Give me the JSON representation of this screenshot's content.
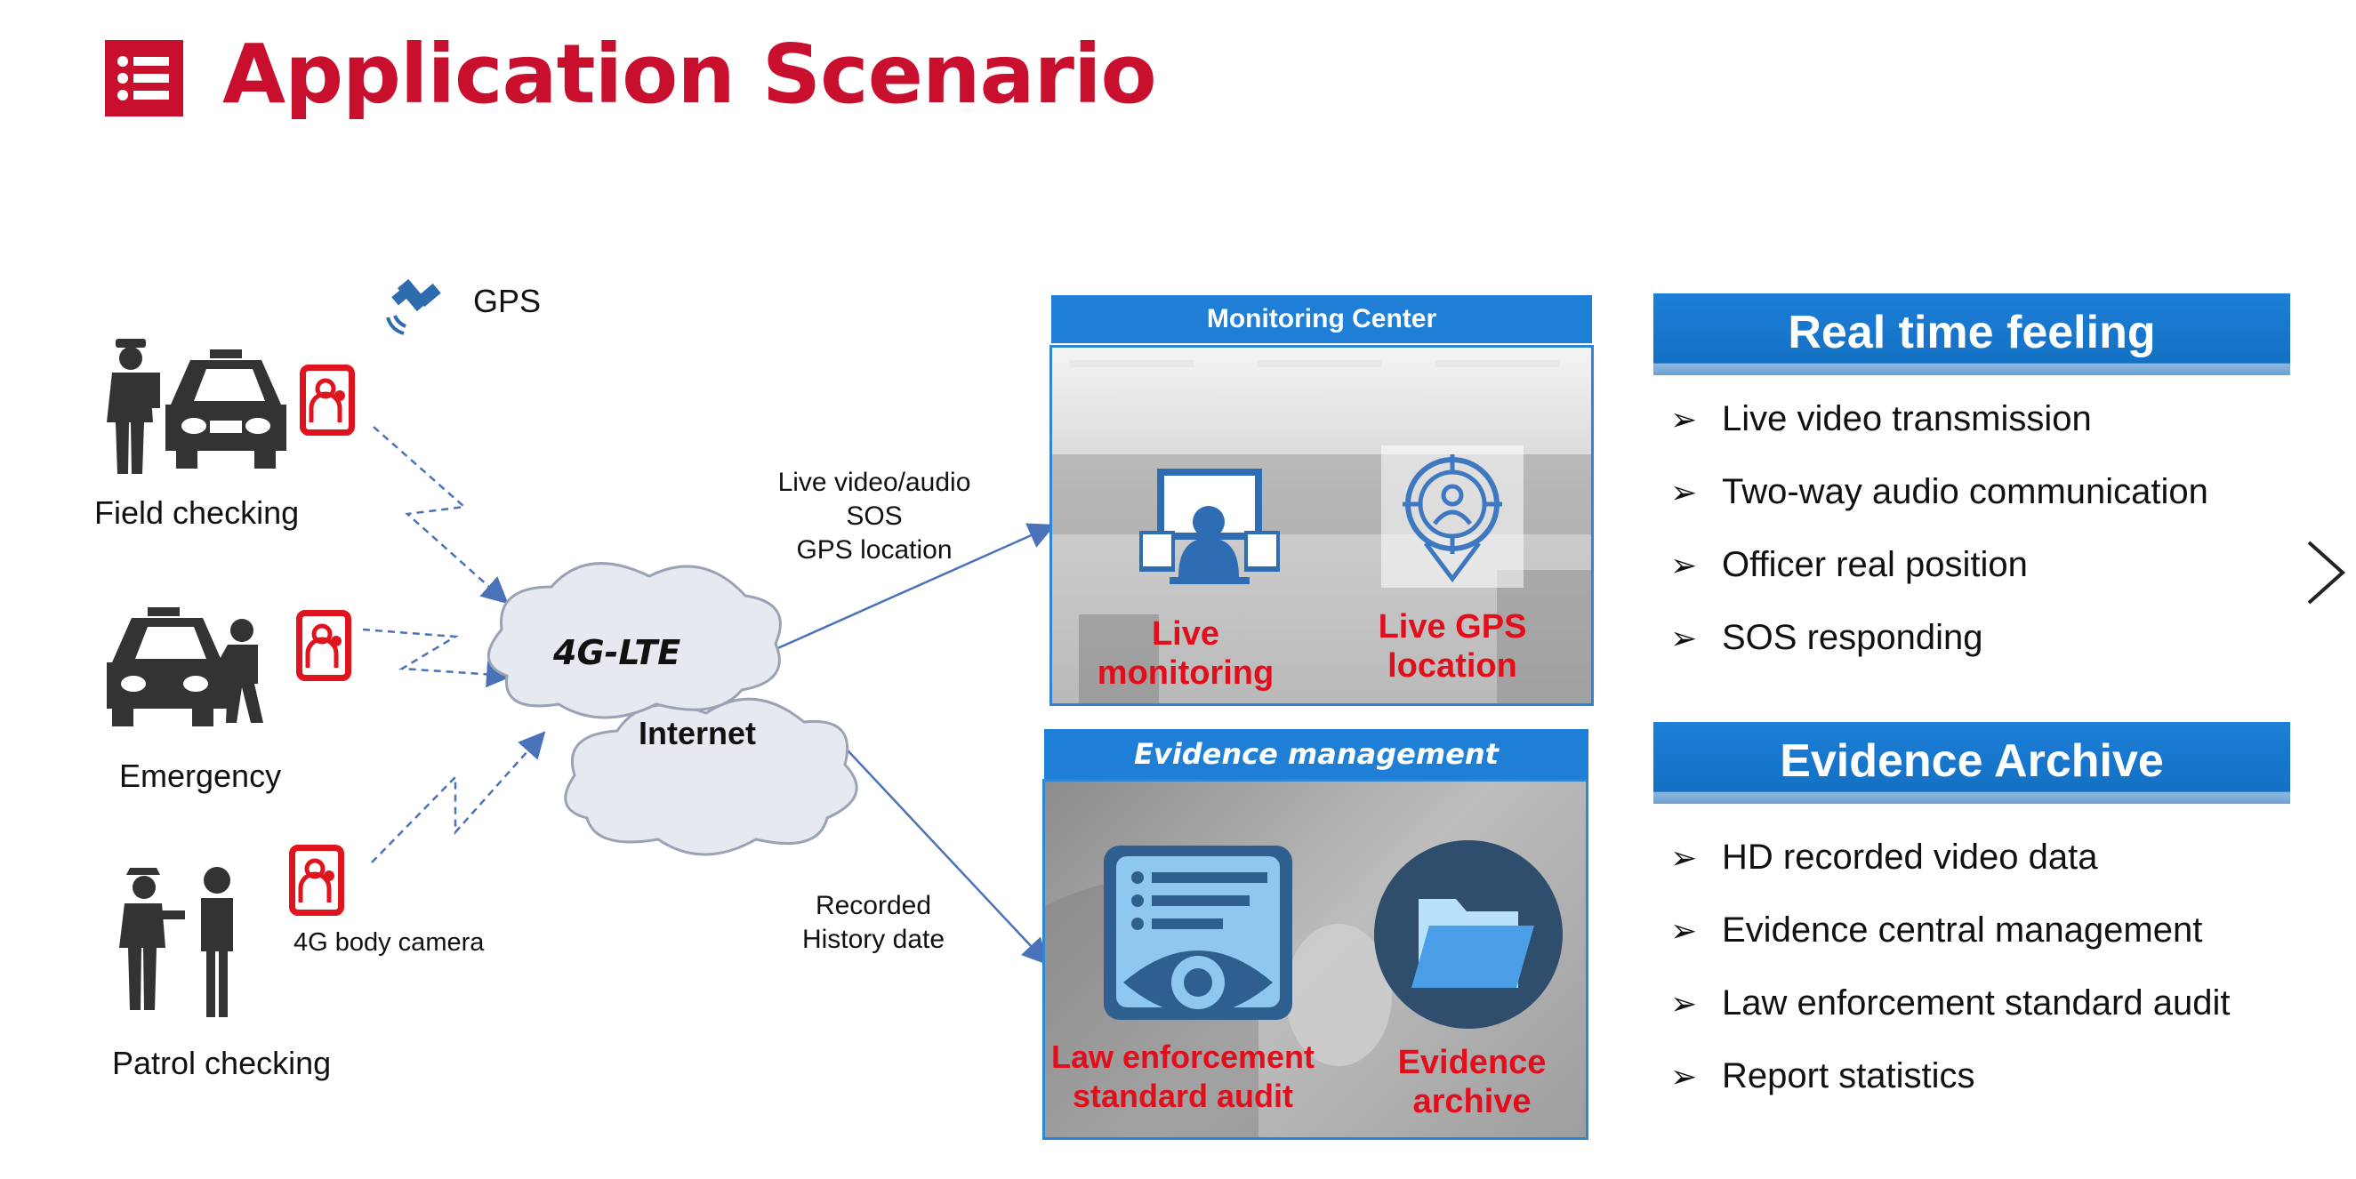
{
  "header": {
    "title": "Application Scenario",
    "icon": "list-icon",
    "accent": "#c8102e"
  },
  "sources": {
    "gps_label": "GPS",
    "field_label": "Field checking",
    "emergency_label": "Emergency",
    "patrol_label": "Patrol checking",
    "camera_label": "4G body camera"
  },
  "network": {
    "lte_label": "4G-LTE",
    "internet_label": "Internet",
    "live_lines": [
      "Live video/audio",
      "SOS",
      "GPS location"
    ],
    "recorded_lines": [
      "Recorded",
      "History date"
    ]
  },
  "monitoring": {
    "title": "Monitoring Center",
    "live_monitoring": [
      "Live",
      "monitoring"
    ],
    "live_gps": [
      "Live GPS",
      "location"
    ]
  },
  "evidence": {
    "title": "Evidence management",
    "audit": [
      "Law enforcement",
      "standard audit"
    ],
    "archive": [
      "Evidence",
      "archive"
    ]
  },
  "realtime_box": {
    "title": "Real time feeling",
    "items": [
      "Live video transmission",
      "Two-way audio communication",
      "Officer real position",
      "SOS responding"
    ]
  },
  "archive_box": {
    "title": "Evidence Archive",
    "items": [
      "HD recorded video data",
      "Evidence central management",
      "Law enforcement standard audit",
      "Report statistics"
    ]
  },
  "colors": {
    "blue": "#1f7fd6",
    "red": "#e10f1b"
  },
  "nav": {
    "next_icon": "chevron-right-icon"
  }
}
